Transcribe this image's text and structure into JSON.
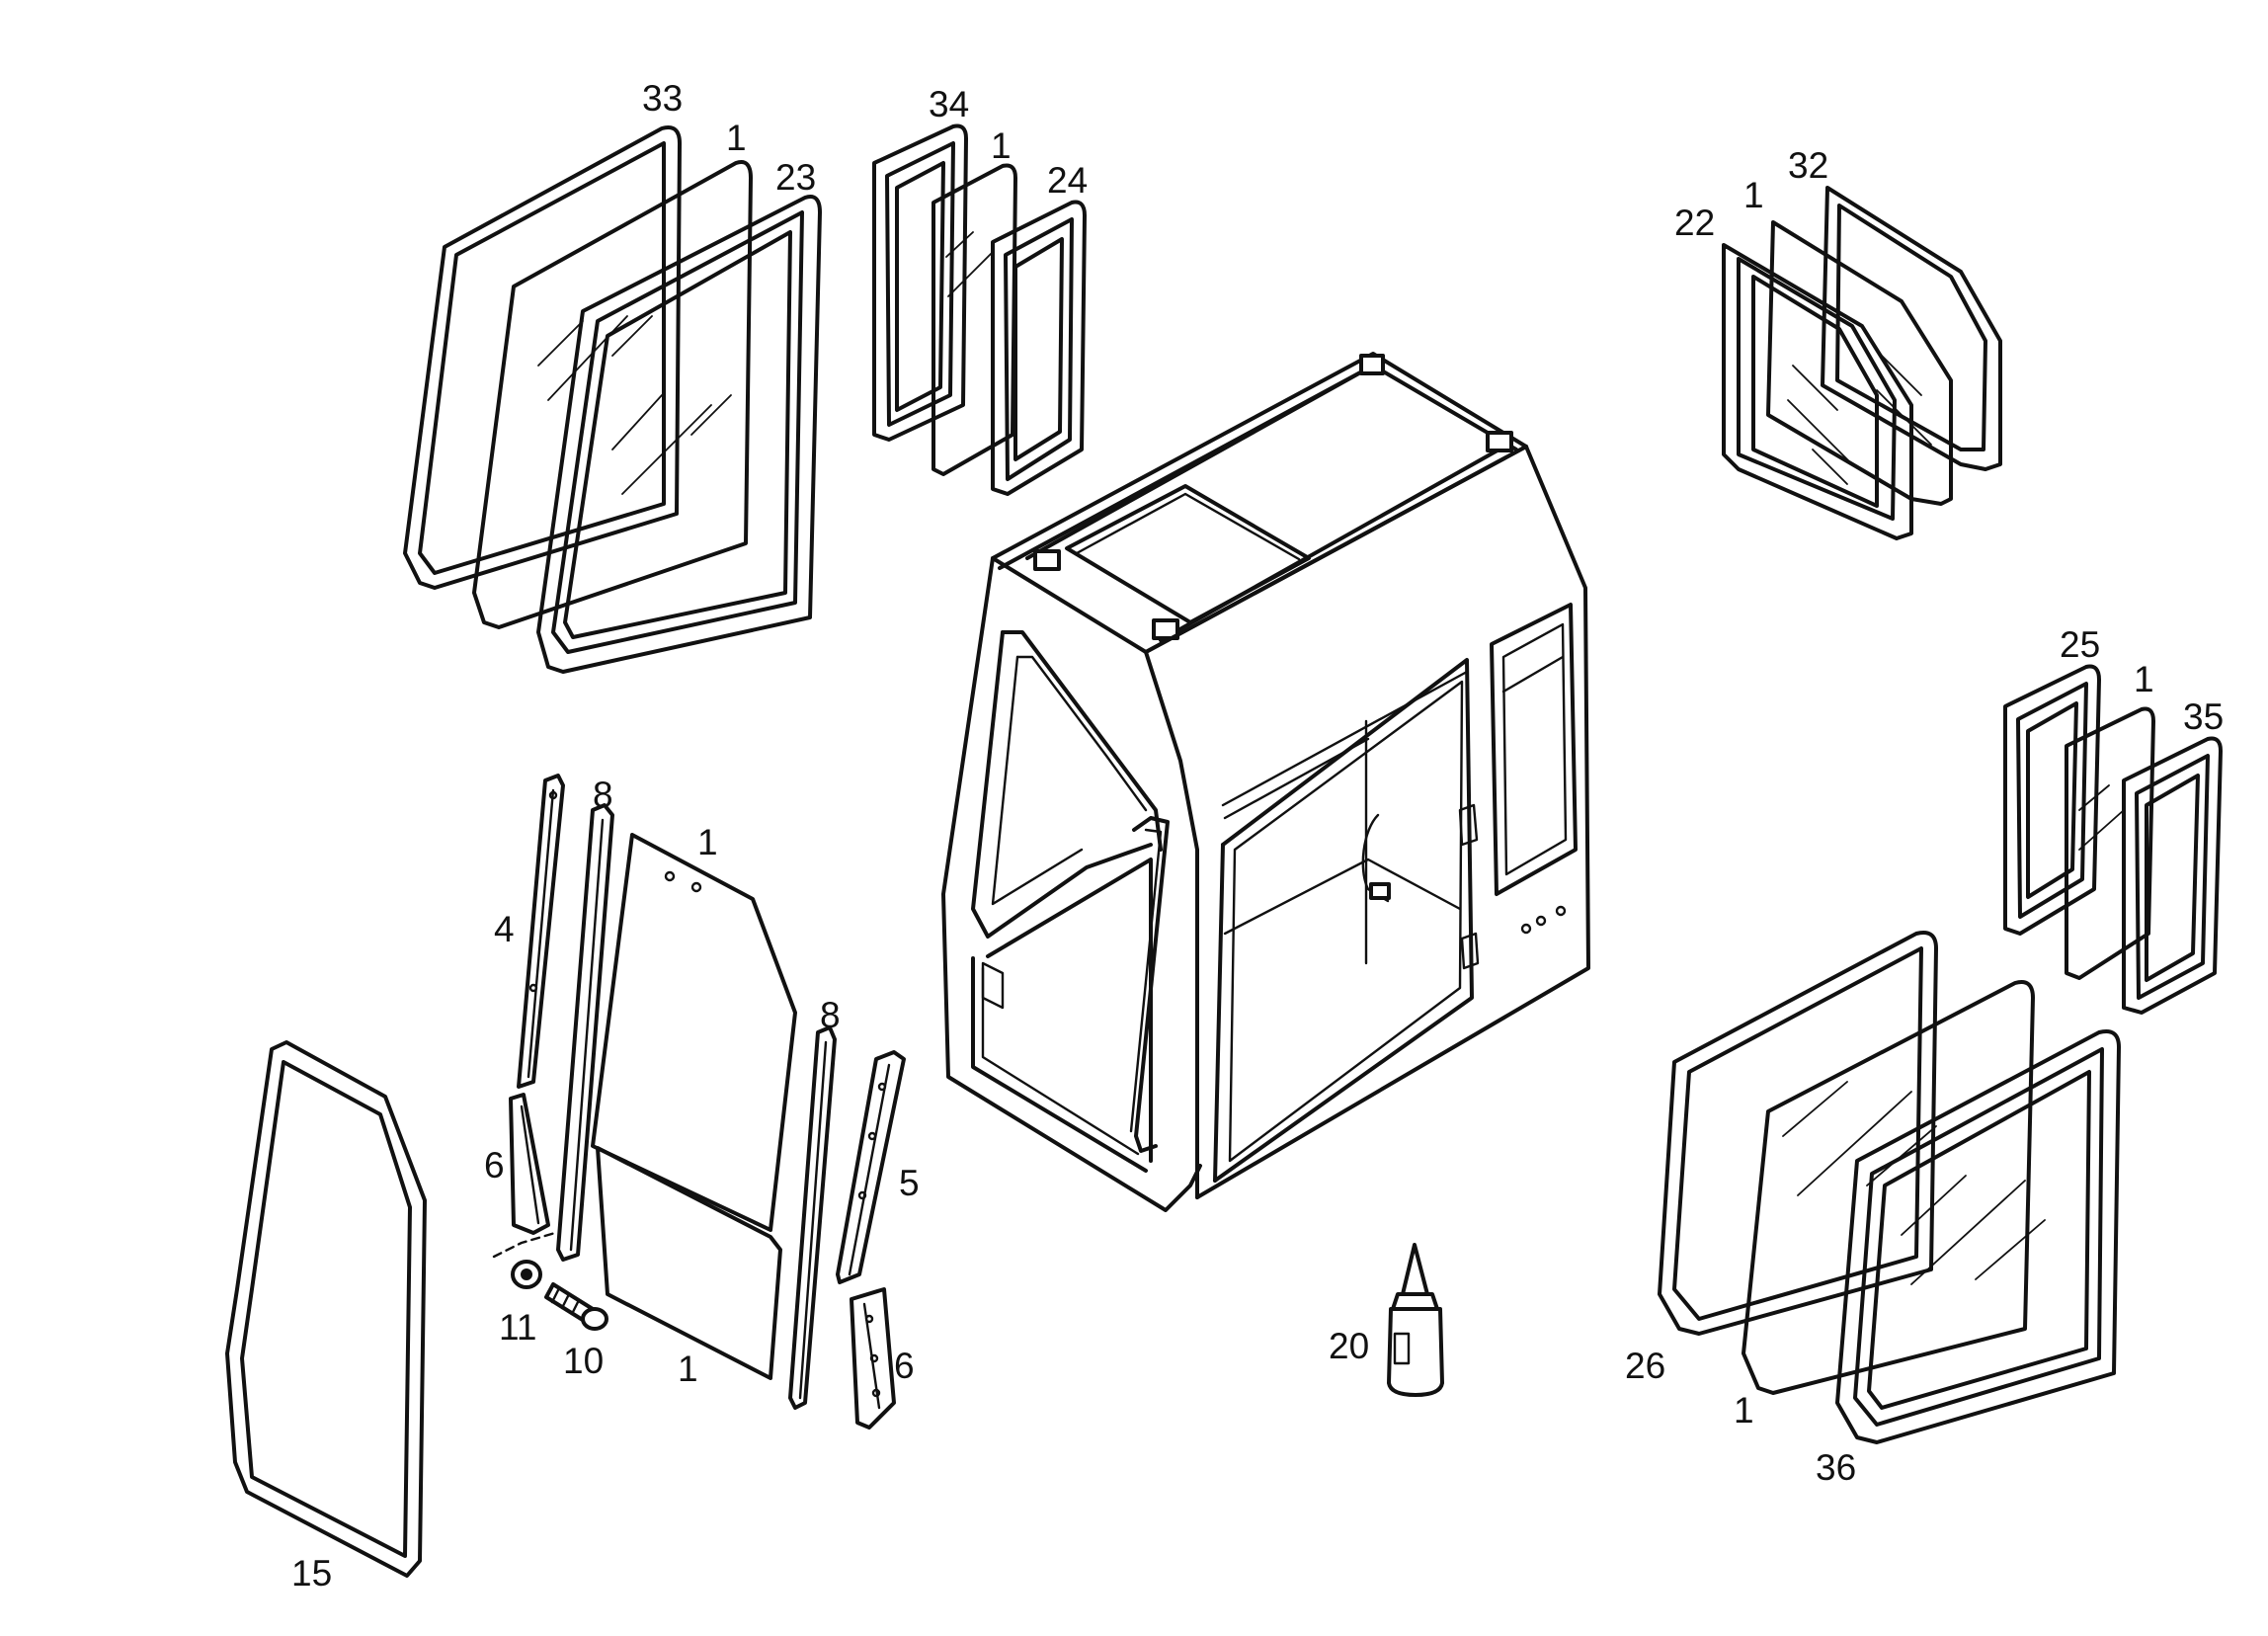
{
  "callouts": {
    "c33": "33",
    "c1_tl": "1",
    "c23": "23",
    "c34": "34",
    "c1_tm": "1",
    "c24": "24",
    "c32": "32",
    "c1_tr": "1",
    "c22": "22",
    "c25": "25",
    "c1_mr": "1",
    "c35": "35",
    "c26": "26",
    "c1_br": "1",
    "c36": "36",
    "c4": "4",
    "c8_a": "8",
    "c1_door": "1",
    "c8_b": "8",
    "c6_a": "6",
    "c5": "5",
    "c6_b": "6",
    "c11": "11",
    "c10": "10",
    "c1_lower": "1",
    "c15": "15",
    "c20": "20"
  }
}
